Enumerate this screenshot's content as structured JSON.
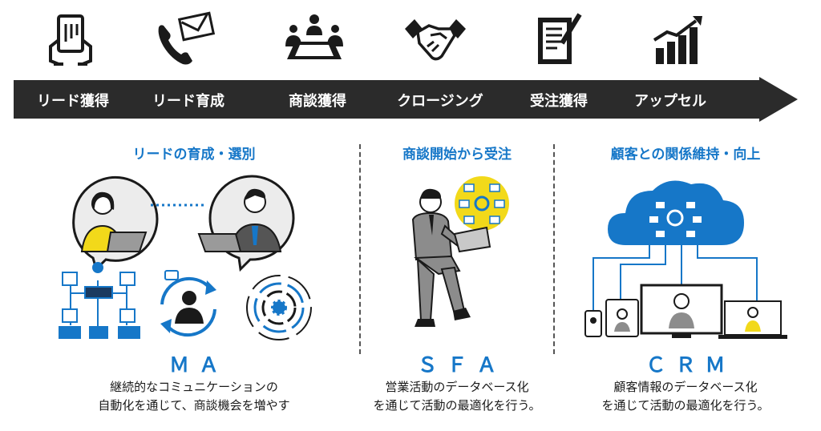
{
  "process": {
    "stages": [
      {
        "label": "リード獲得",
        "icon": "tablet-hands-icon"
      },
      {
        "label": "リード育成",
        "icon": "phone-mail-icon"
      },
      {
        "label": "商談獲得",
        "icon": "meeting-icon"
      },
      {
        "label": "クロージング",
        "icon": "handshake-icon"
      },
      {
        "label": "受注獲得",
        "icon": "contract-pen-icon"
      },
      {
        "label": "アップセル",
        "icon": "growth-chart-icon"
      }
    ],
    "arrow_color": "#2b2b2b"
  },
  "sections": {
    "ma": {
      "heading": "リードの育成・選別",
      "title": "ＭＡ",
      "description_line1": "継続的なコミュニケーションの",
      "description_line2": "自動化を通じて、商談機会を増やす"
    },
    "sfa": {
      "heading": "商談開始から受注",
      "title": "ＳＦＡ",
      "description_line1": "営業活動のデータベース化",
      "description_line2": "を通じて活動の最適化を行う。"
    },
    "crm": {
      "heading": "顧客との関係維持・向上",
      "title": "ＣＲＭ",
      "description_line1": "顧客情報のデータベース化",
      "description_line2": "を通じて活動の最適化を行う。"
    }
  },
  "colors": {
    "accent_blue": "#1677c8",
    "highlight_yellow": "#f2d91a",
    "dark": "#2b2b2b"
  }
}
